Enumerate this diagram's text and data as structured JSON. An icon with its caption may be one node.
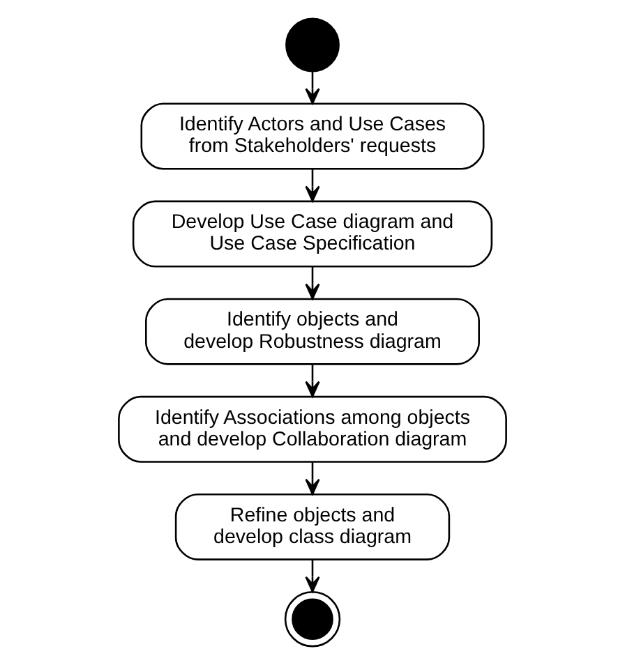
{
  "diagram": {
    "nodes": [
      {
        "text": [],
        "shape": "circle"
      },
      {
        "text": [
          "Identify Actors and Use Cases from Stakeholders' requests"
        ]
      },
      {
        "text": [
          "Develop Use Case diagram and Use Case Specification"
        ]
      },
      {
        "text": [
          "Identify objects and develop Robustness diagram"
        ]
      },
      {
        "text": [
          "Identify Associations among objects and develop Collaboration diagram"
        ]
      },
      {
        "text": [
          "Refine objects and develop class diagram"
        ]
      },
      {
        "text": [],
        "shape": "circle"
      }
    ],
    "edges": [
      {
        "from": 0,
        "to": 1,
        "arrow": "to"
      },
      {
        "from": 1,
        "to": 2,
        "arrow": "to"
      },
      {
        "from": 2,
        "to": 3,
        "arrow": "to"
      },
      {
        "from": 3,
        "to": 4,
        "arrow": "to"
      },
      {
        "from": 4,
        "to": 5,
        "arrow": "to"
      },
      {
        "from": 5,
        "to": 6,
        "arrow": "to"
      }
    ]
  }
}
